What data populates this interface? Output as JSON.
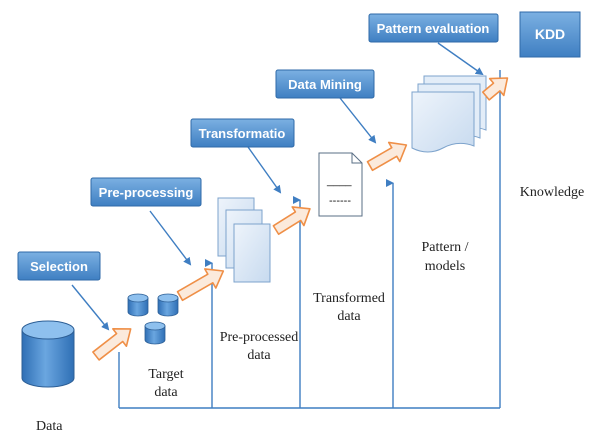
{
  "steps": {
    "selection": "Selection",
    "preprocessing": "Pre-processing",
    "transformation": "Transformatio",
    "data_mining": "Data Mining",
    "pattern_evaluation": "Pattern evaluation",
    "kdd": "KDD"
  },
  "stages": {
    "data": "Data",
    "target_data": [
      "Target",
      "data"
    ],
    "preprocessed_data": [
      "Pre-processed",
      "data"
    ],
    "transformed_data": [
      "Transformed",
      "data"
    ],
    "pattern_models": [
      "Pattern /",
      "models"
    ],
    "knowledge": "Knowledge"
  },
  "doc_lines": [
    "____",
    "------"
  ],
  "colors": {
    "box_fill": "#5b95cf",
    "box_stroke": "#2f6aa8",
    "kdd_fill": "#3d86d3",
    "arrow_fill": "#fbeadc",
    "arrow_stroke": "#ef8f47",
    "pointer": "#3f7ec2",
    "feedback": "#3f7ec2",
    "cylinder": "#4a8bd0",
    "sheet": "#dbe7f5",
    "sheet_stroke": "#7da3cc",
    "doc_stroke": "#5a6f86"
  }
}
